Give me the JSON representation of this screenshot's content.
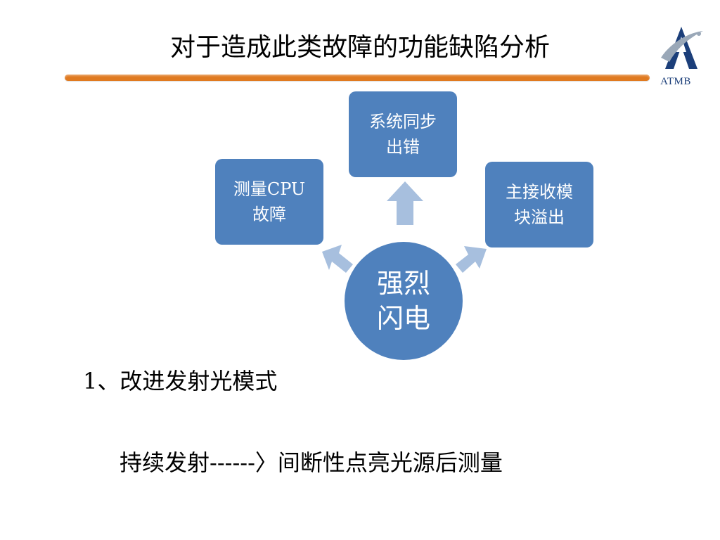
{
  "slide": {
    "title": "对于造成此类故障的功能缺陷分析",
    "logo_text": "ATMB"
  },
  "diagram": {
    "center": {
      "line1": "强烈",
      "line2": "闪电"
    },
    "nodes": [
      {
        "line1": "测量CPU",
        "line2": "故障"
      },
      {
        "line1": "系统同步",
        "line2": "出错"
      },
      {
        "line1": "主接收模",
        "line2": "块溢出"
      }
    ]
  },
  "body": {
    "point1": "1、改进发射光模式",
    "point2": "持续发射------〉间断性点亮光源后测量"
  },
  "colors": {
    "node_fill": "#4f81bd",
    "arrow_fill": "#a7bfde",
    "title_bar": "#e07a20",
    "logo_blue": "#1c3f7a"
  }
}
